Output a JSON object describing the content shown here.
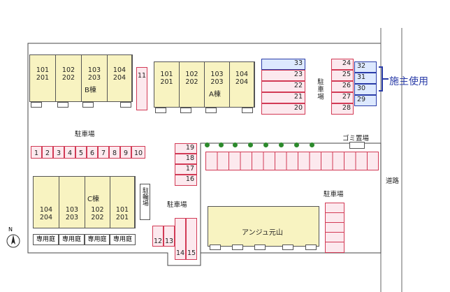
{
  "buildings": {
    "b": {
      "label": "B棟",
      "units": [
        {
          "top": "101",
          "bottom": "201"
        },
        {
          "top": "102",
          "bottom": "202"
        },
        {
          "top": "103",
          "bottom": "203"
        },
        {
          "top": "104",
          "bottom": "204"
        }
      ]
    },
    "a": {
      "label": "A棟",
      "units": [
        {
          "top": "101",
          "bottom": "201"
        },
        {
          "top": "102",
          "bottom": "202"
        },
        {
          "top": "103",
          "bottom": "203"
        },
        {
          "top": "104",
          "bottom": "204"
        }
      ]
    },
    "c": {
      "label": "C棟",
      "units": [
        {
          "top": "104",
          "bottom": "204"
        },
        {
          "top": "103",
          "bottom": "203"
        },
        {
          "top": "102",
          "bottom": "202"
        },
        {
          "top": "101",
          "bottom": "201"
        }
      ],
      "gardens": [
        "専用庭",
        "専用庭",
        "専用庭",
        "専用庭"
      ]
    },
    "anju": {
      "label": "アンジュ元山"
    }
  },
  "parking": {
    "row_1_10": [
      "1",
      "2",
      "3",
      "4",
      "5",
      "6",
      "7",
      "8",
      "9",
      "10"
    ],
    "slot_11": "11",
    "slots_12_13": [
      "12",
      "13"
    ],
    "slots_14_15": [
      "14",
      "15"
    ],
    "slots_16_19": [
      "19",
      "18",
      "17",
      "16"
    ],
    "slots_21_23_33": [
      "33",
      "23",
      "22",
      "21",
      "20"
    ],
    "slots_24_28": [
      "24",
      "25",
      "26",
      "27",
      "28"
    ],
    "slots_29_32": [
      "32",
      "31",
      "30",
      "29"
    ]
  },
  "labels": {
    "parking_center": "駐車場",
    "parking_top_right": "駐車場",
    "parking_mid": "駐車場",
    "parking_right": "駐車場",
    "bike_parking": "駐輪場",
    "garbage": "ゴミ置場",
    "road": "道路",
    "owner_use": "施主使用",
    "north": "N"
  },
  "colors": {
    "owner_bracket": "#2a3ca8",
    "tree": "#2c8a2c"
  }
}
